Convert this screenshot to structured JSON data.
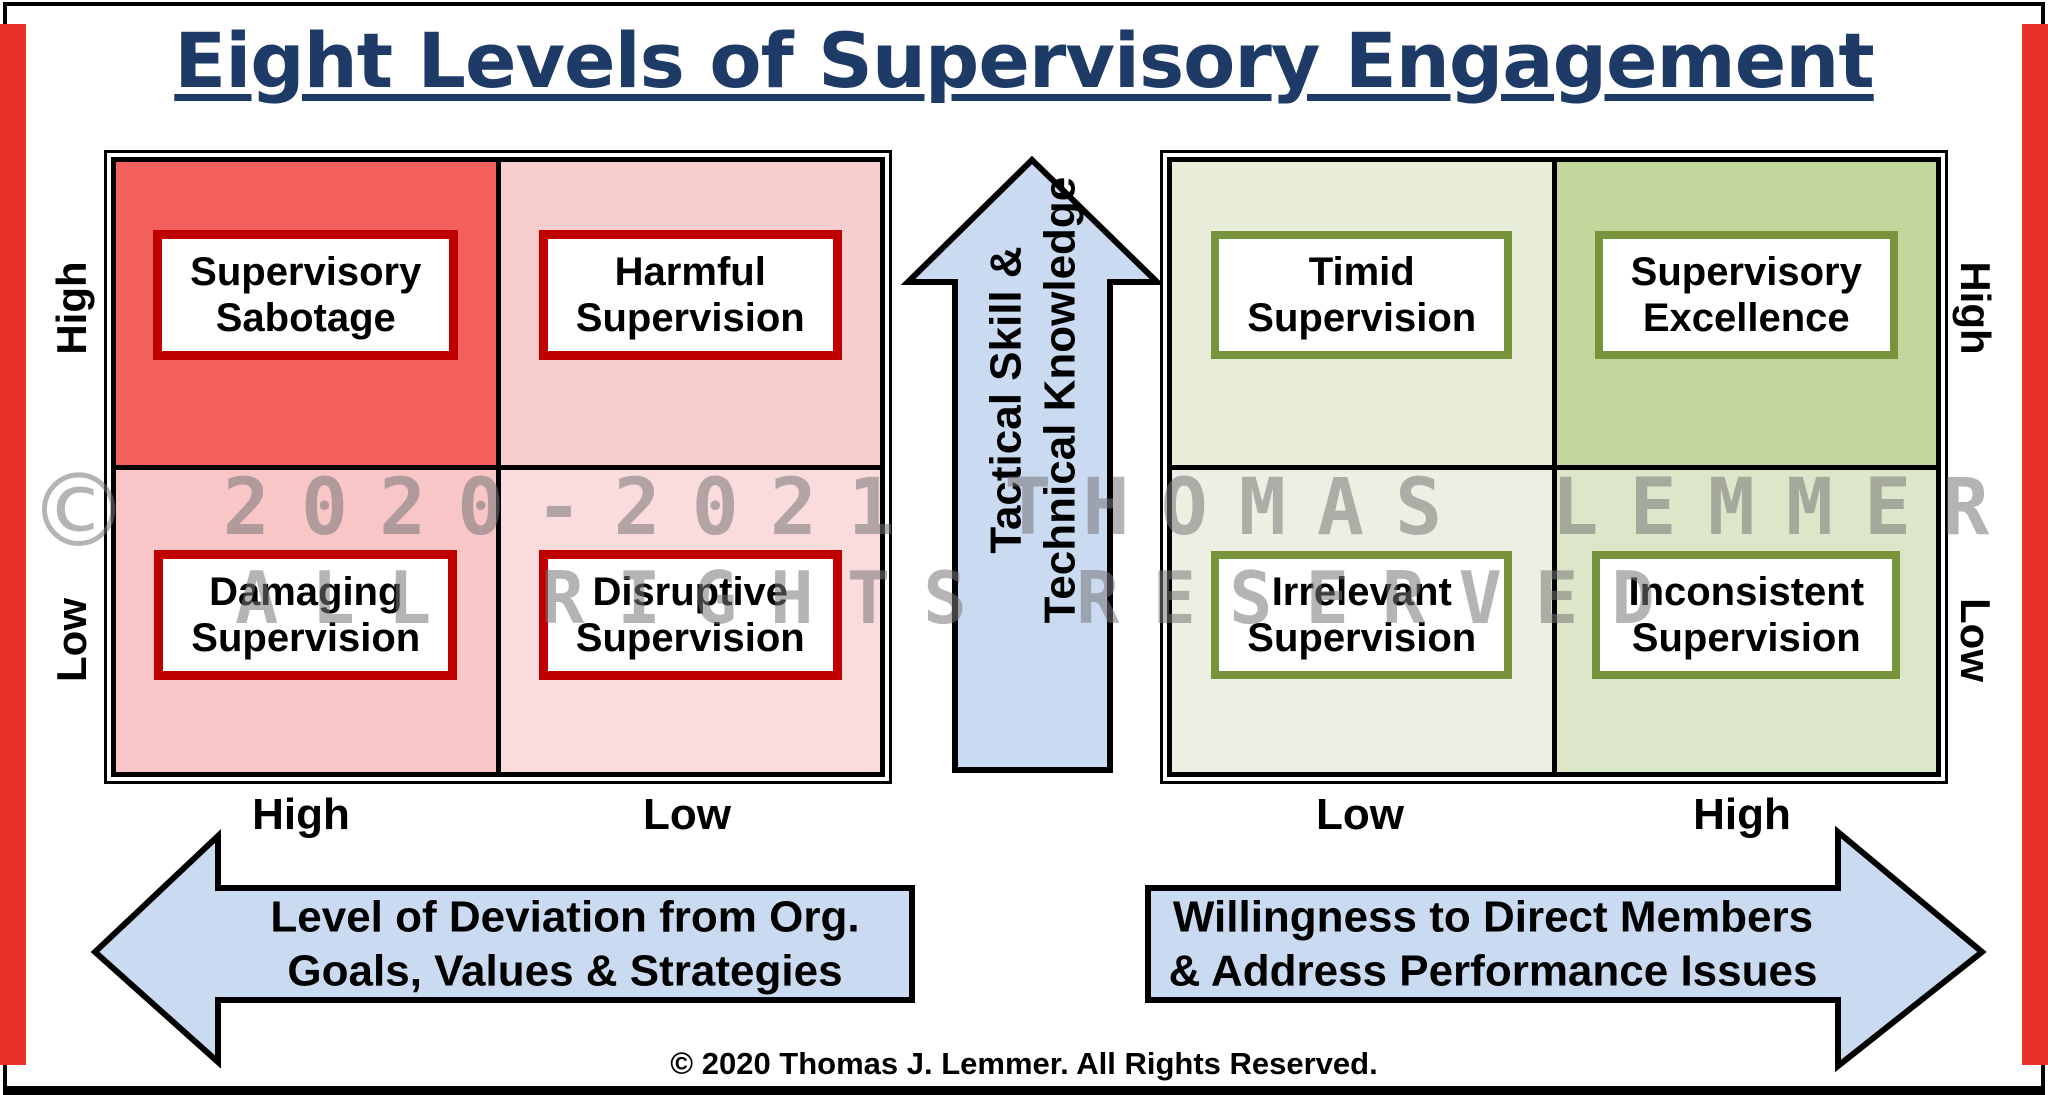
{
  "page": {
    "title": "Eight Levels of Supervisory Engagement"
  },
  "watermark": {
    "copyright_symbol": "©",
    "line1": "2020-2021 Thomas Lemmer",
    "line2": "All Rights Reserved"
  },
  "matrices": {
    "left": {
      "name": "supervisory-failure-matrix",
      "box_border": "#c00000",
      "quadrants": [
        {
          "position": "top-left",
          "label": "Supervisory\nSabotage",
          "fill": "#f4605c"
        },
        {
          "position": "top-right",
          "label": "Harmful\nSupervision",
          "fill": "#f8cdce"
        },
        {
          "position": "bottom-left",
          "label": "Damaging\nSupervision",
          "fill": "#f9c6c7"
        },
        {
          "position": "bottom-right",
          "label": "Disruptive\nSupervision",
          "fill": "#fbdcdd"
        }
      ],
      "y_axis": {
        "top": "High",
        "bottom": "Low"
      },
      "x_axis": {
        "left": "High",
        "right": "Low"
      }
    },
    "right": {
      "name": "supervisory-success-matrix",
      "box_border": "#77933c",
      "quadrants": [
        {
          "position": "top-left",
          "label": "Timid\nSupervision",
          "fill": "#e8edda"
        },
        {
          "position": "top-right",
          "label": "Supervisory\nExcellence",
          "fill": "#c3d69b"
        },
        {
          "position": "bottom-left",
          "label": "Irrelevant\nSupervision",
          "fill": "#edefe3"
        },
        {
          "position": "bottom-right",
          "label": "Inconsistent\nSupervision",
          "fill": "#dce7ca"
        }
      ],
      "y_axis": {
        "top": "High",
        "bottom": "Low"
      },
      "x_axis": {
        "left": "Low",
        "right": "High"
      }
    }
  },
  "arrows": {
    "vertical": {
      "label": "Tactical Skill &\nTechnical Knowledge"
    },
    "bottom_left": {
      "label": "Level of Deviation from Org.\nGoals, Values & Strategies"
    },
    "bottom_right": {
      "label": "Willingness to Direct Members\n& Address Performance Issues"
    }
  },
  "footer": {
    "copyright": "© 2020 Thomas J. Lemmer. All Rights Reserved."
  },
  "colors": {
    "title_navy": "#1e3a66",
    "arrow_fill": "#c9daf1",
    "arrow_stroke": "#000000",
    "red_box_border": "#c00000",
    "green_box_border": "#77933c",
    "edge_bar_red": "#e8312a",
    "watermark_gray": "#767676",
    "frame_black": "#000000"
  }
}
